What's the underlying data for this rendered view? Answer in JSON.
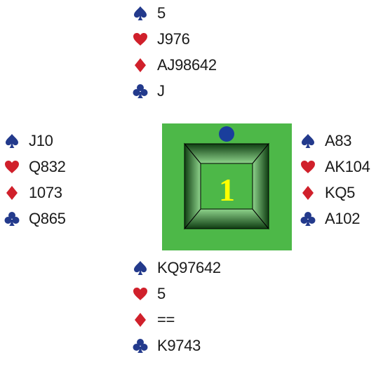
{
  "colors": {
    "black_suit": "#233a8c",
    "red_suit": "#d0202b",
    "table_green": "#4db848",
    "board_number": "#ffff00",
    "dealer_marker": "#1a3e9c"
  },
  "board": {
    "number": "1",
    "dealer_marker": "north"
  },
  "hands": {
    "north": {
      "spades": "5",
      "hearts": "J976",
      "diamonds": "AJ98642",
      "clubs": "J"
    },
    "west": {
      "spades": "J10",
      "hearts": "Q832",
      "diamonds": "1073",
      "clubs": "Q865"
    },
    "east": {
      "spades": "A83",
      "hearts": "AK104",
      "diamonds": "KQ5",
      "clubs": "A102"
    },
    "south": {
      "spades": "KQ97642",
      "hearts": "5",
      "diamonds": "==",
      "clubs": "K9743"
    }
  },
  "suit_icons": {
    "spades": "spade-icon",
    "hearts": "heart-icon",
    "diamonds": "diamond-icon",
    "clubs": "club-icon"
  }
}
